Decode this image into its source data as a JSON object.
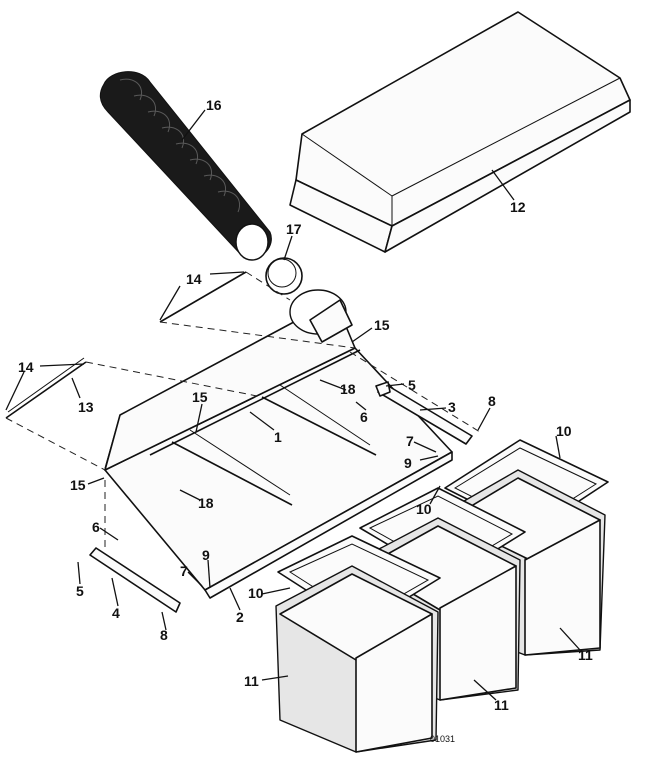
{
  "callouts": {
    "c1": "1",
    "c2": "2",
    "c3": "3",
    "c4": "4",
    "c5a": "5",
    "c5b": "5",
    "c6a": "6",
    "c6b": "6",
    "c7a": "7",
    "c7b": "7",
    "c8a": "8",
    "c8b": "8",
    "c9a": "9",
    "c9b": "9",
    "c10a": "10",
    "c10b": "10",
    "c10c": "10",
    "c11a": "11",
    "c11b": "11",
    "c11c": "11",
    "c12": "12",
    "c13": "13",
    "c14a": "14",
    "c14b": "14",
    "c15a": "15",
    "c15b": "15",
    "c15c": "15",
    "c16": "16",
    "c17": "17",
    "c18a": "18",
    "c18b": "18"
  },
  "figure_id": "01031",
  "colors": {
    "line": "#111111",
    "background": "#ffffff",
    "tube": "#1a1a1a"
  }
}
